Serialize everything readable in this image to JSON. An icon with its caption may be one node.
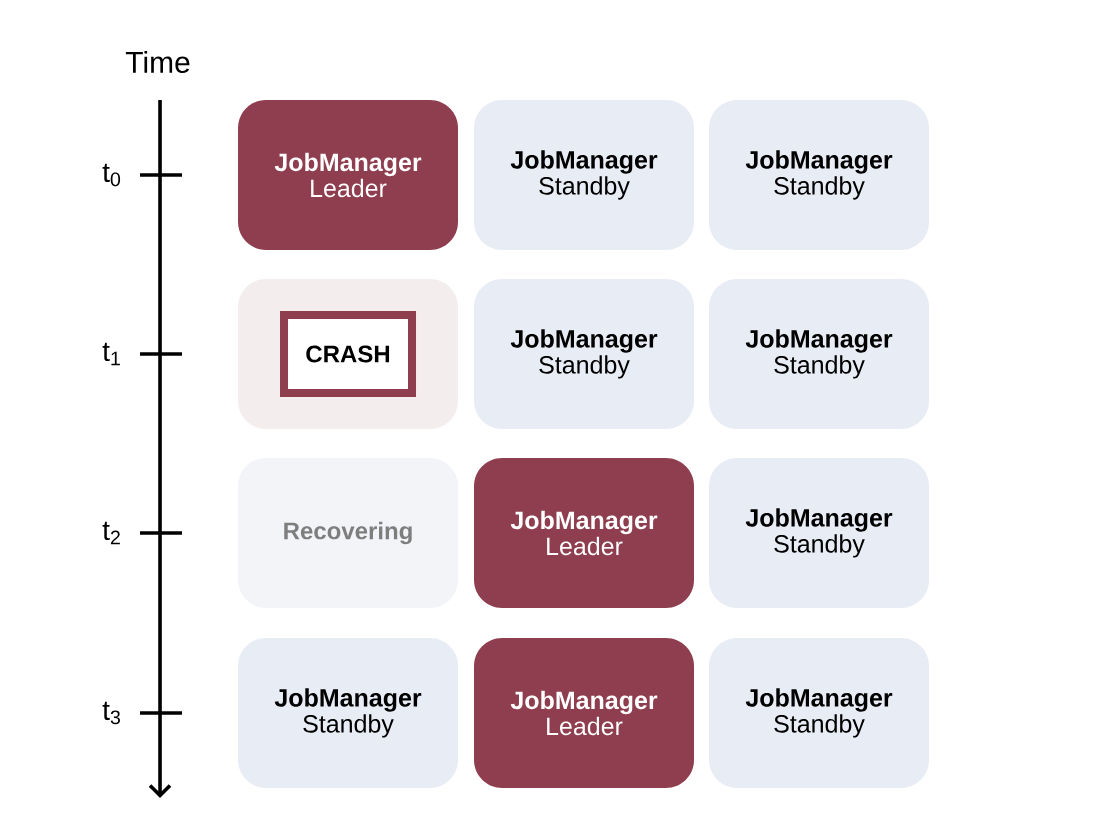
{
  "diagram": {
    "nodes": [
      {
        "text": [
          "JobManager",
          "Leader"
        ]
      },
      {
        "text": [
          "JobManager",
          "Standby"
        ]
      },
      {
        "text": [
          "JobManager",
          "Standby"
        ]
      },
      {
        "text": [],
        "shape": "box"
      },
      {
        "text": [
          "CRASH"
        ],
        "in": 3
      },
      {
        "text": [
          "JobManager",
          "Standby"
        ]
      },
      {
        "text": [
          "JobManager",
          "Standby"
        ]
      },
      {
        "text": [
          "Recovering"
        ]
      },
      {
        "text": [
          "JobManager",
          "Leader"
        ]
      },
      {
        "text": [
          "JobManager",
          "Standby"
        ]
      },
      {
        "text": [
          "JobManager",
          "Standby"
        ]
      },
      {
        "text": [
          "JobManager",
          "Leader"
        ]
      },
      {
        "text": [
          "JobManager",
          "Standby"
        ]
      }
    ],
    "labels": [
      "Time",
      "t$_{0}$",
      "t$_{1}$",
      "t$_{2}$",
      "t$_{3}$"
    ]
  }
}
